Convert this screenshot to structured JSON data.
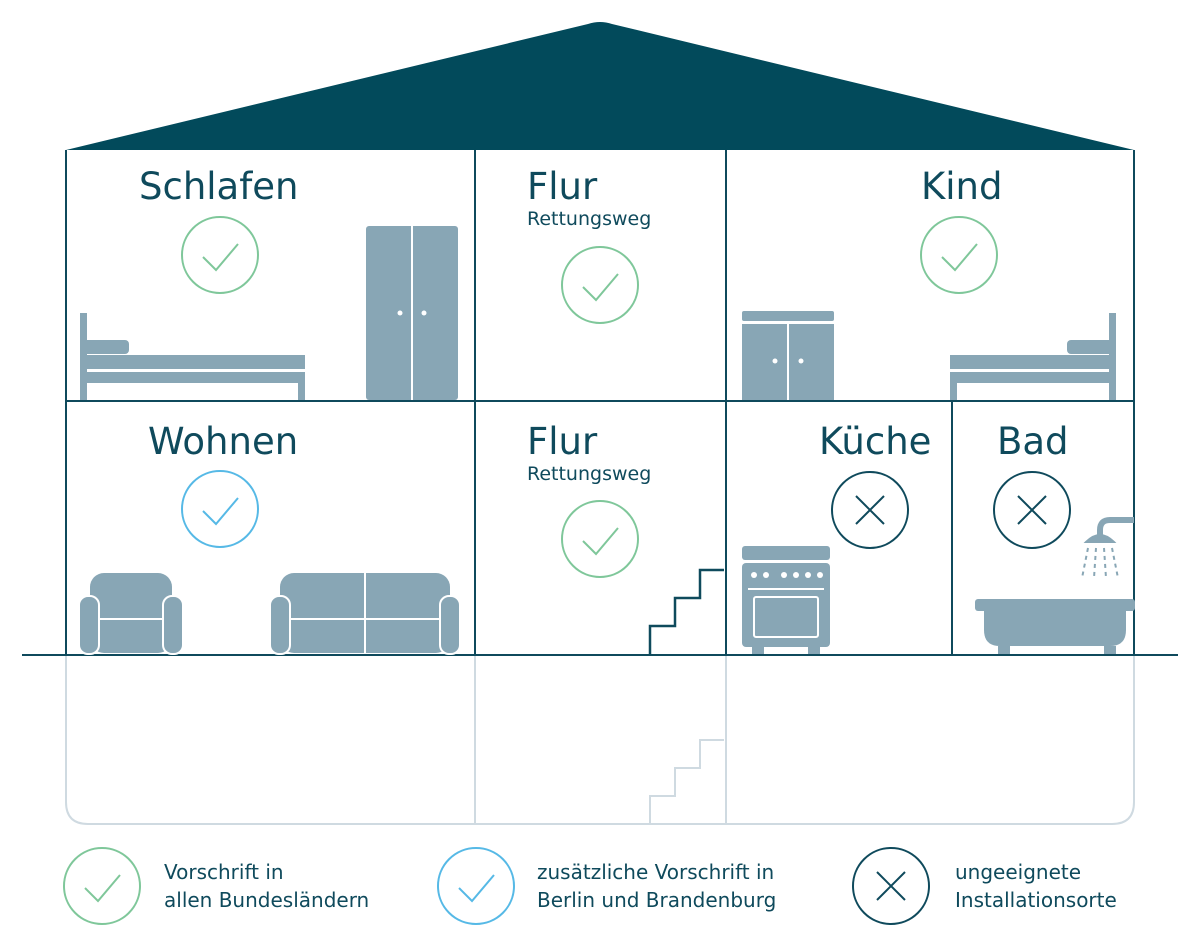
{
  "colors": {
    "roof": "#024a5b",
    "wall": "#0f4a5c",
    "furniture": "#88a6b5",
    "basement": "#cfdae1",
    "check_required": "#7fc79a",
    "check_berlin": "#56b9e6",
    "cross_unsuitable": "#0f4a5c"
  },
  "rooms": {
    "schlafen": {
      "title": "Schlafen",
      "status": "required",
      "icon": "check-icon"
    },
    "flur_upper": {
      "title": "Flur",
      "subtitle": "Rettungsweg",
      "status": "required",
      "icon": "check-icon"
    },
    "kind": {
      "title": "Kind",
      "status": "required",
      "icon": "check-icon"
    },
    "wohnen": {
      "title": "Wohnen",
      "status": "berlin-brandenburg",
      "icon": "check-icon"
    },
    "flur_lower": {
      "title": "Flur",
      "subtitle": "Rettungsweg",
      "status": "required",
      "icon": "check-icon"
    },
    "kueche": {
      "title": "Küche",
      "status": "unsuitable",
      "icon": "cross-icon"
    },
    "bad": {
      "title": "Bad",
      "status": "unsuitable",
      "icon": "cross-icon"
    }
  },
  "legend": [
    {
      "line1": "Vorschrift in",
      "line2": "allen Bundesländern",
      "icon": "check-icon",
      "color": "#7fc79a"
    },
    {
      "line1": "zusätzliche Vorschrift in",
      "line2": "Berlin und Brandenburg",
      "icon": "check-icon",
      "color": "#56b9e6"
    },
    {
      "line1": "ungeeignete",
      "line2": "Installationsorte",
      "icon": "cross-icon",
      "color": "#0f4a5c"
    }
  ]
}
